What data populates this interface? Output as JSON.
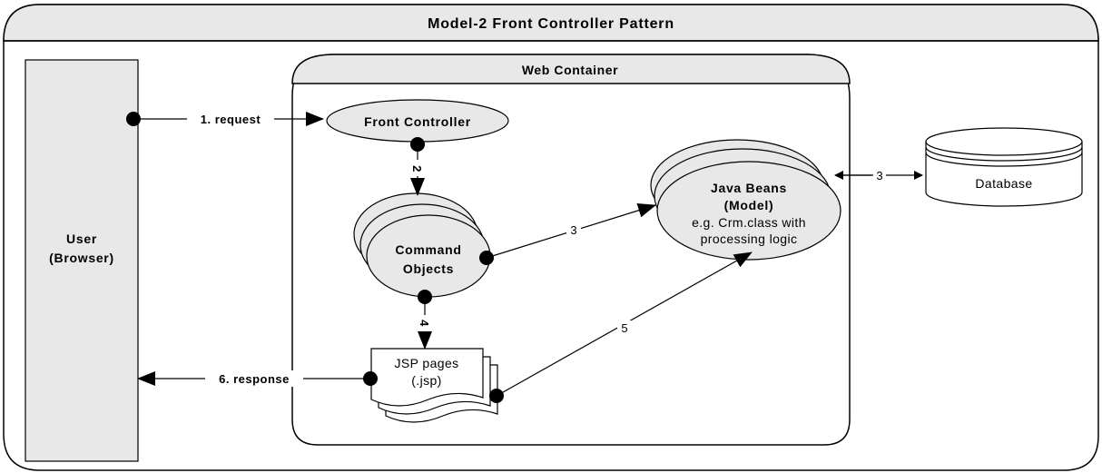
{
  "title": "Model-2 Front Controller Pattern",
  "container": "Web Container",
  "user": {
    "line1": "User",
    "line2": "(Browser)"
  },
  "front_controller": "Front Controller",
  "command_objects": {
    "line1": "Command",
    "line2": "Objects"
  },
  "java_beans": {
    "line1": "Java Beans",
    "line2": "(Model)",
    "line3": "e.g. Crm.class with",
    "line4": "processing logic"
  },
  "jsp": {
    "line1": "JSP pages",
    "line2": "(.jsp)"
  },
  "database": "Database",
  "arrows": {
    "request": "1. request",
    "step2": "2",
    "step3_beans": "3",
    "step3_db": "3",
    "step4": "4",
    "step5": "5",
    "response": "6. response"
  }
}
